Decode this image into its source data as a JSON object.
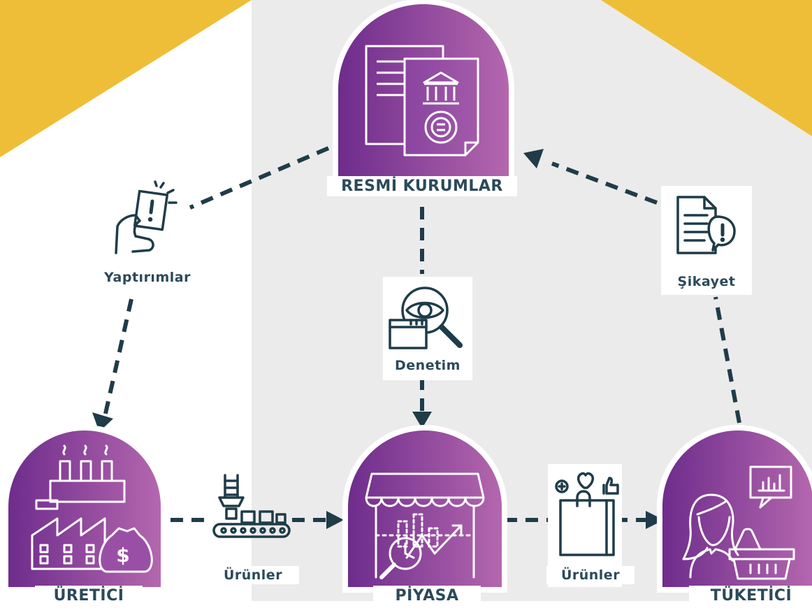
{
  "colors": {
    "yellow": "#EFBE38",
    "gray": "#EBEBEB",
    "purple_dark": "#6E2C8C",
    "purple_light": "#B467AE",
    "line": "#1F3C48"
  },
  "nodes": {
    "resmi": {
      "label": "RESMİ KURUMLAR",
      "icon": "documents-bank-seal-icon"
    },
    "uretici": {
      "label": "ÜRETİCİ",
      "icon": "factory-money-bag-icon"
    },
    "piyasa": {
      "label": "PİYASA",
      "icon": "market-analytics-icon"
    },
    "tuketici": {
      "label": "TÜKETİCİ",
      "icon": "woman-shopping-basket-icon"
    }
  },
  "edges": {
    "yaptirimlar": {
      "label": "Yaptırımlar",
      "icon": "hand-warning-card-icon"
    },
    "denetim": {
      "label": "Denetim",
      "icon": "inspection-eye-icon"
    },
    "sikayet": {
      "label": "Şikayet",
      "icon": "complaint-document-icon"
    },
    "urunler_1": {
      "label": "Ürünler",
      "icon": "conveyor-belt-icon"
    },
    "urunler_2": {
      "label": "Ürünler",
      "icon": "shopping-bag-icon"
    }
  }
}
